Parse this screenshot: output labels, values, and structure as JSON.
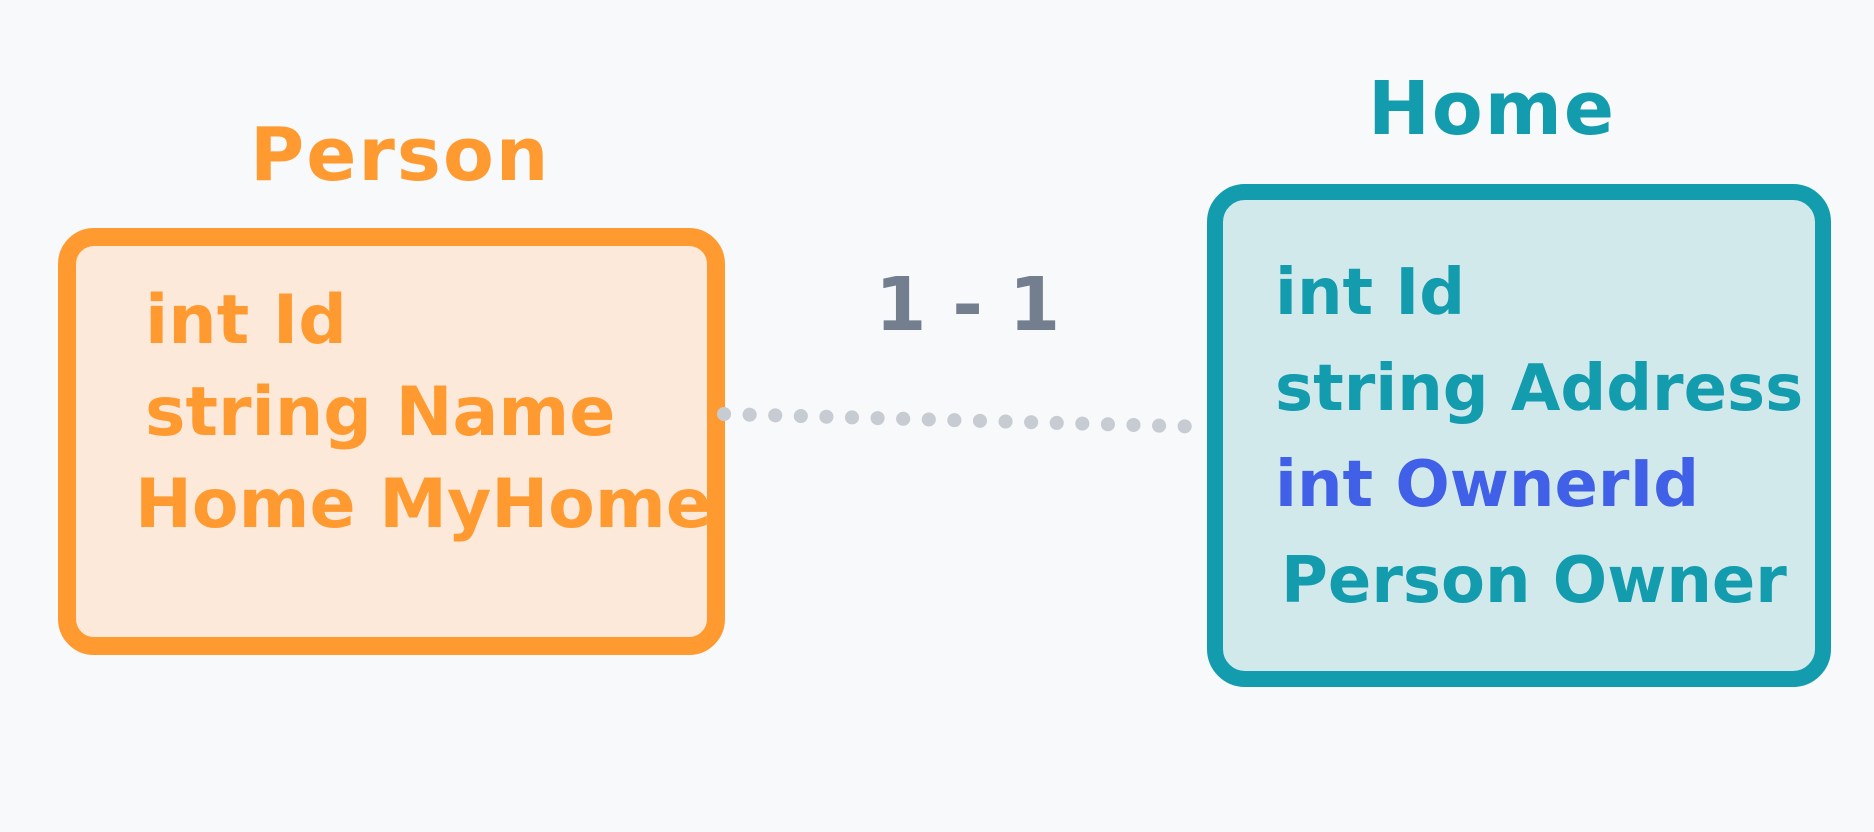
{
  "entities": {
    "person": {
      "title": "Person",
      "fields": [
        "int Id",
        "string Name",
        "Home MyHome"
      ]
    },
    "home": {
      "title": "Home",
      "fields": [
        "int Id",
        "string Address",
        "int OwnerId",
        "Person Owner"
      ]
    }
  },
  "relationship": {
    "label": "1 - 1"
  },
  "colors": {
    "background": "#f7f9fb",
    "person_accent": "#ff9a30",
    "person_fill": "#fde9da",
    "home_accent": "#139bae",
    "home_fill": "#d2e9ec",
    "foreign_key_highlight": "#4060e8",
    "connector": "#c7cbd2",
    "relation_label": "#737f8e"
  }
}
